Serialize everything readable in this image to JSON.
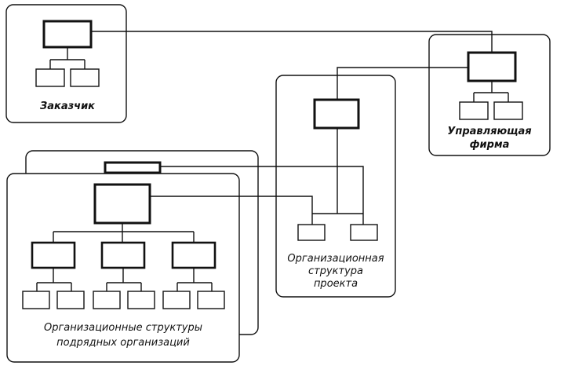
{
  "labels": {
    "customer": "Заказчик",
    "management_line1": "Управляющая",
    "management_line2": "фирма",
    "project_line1": "Организационная",
    "project_line2": "структура",
    "project_line3": "проекта",
    "contractors_line1": "Организационные структуры",
    "contractors_line2": "подрядных организаций"
  },
  "colors": {
    "stroke": "#111111",
    "background": "#ffffff"
  }
}
